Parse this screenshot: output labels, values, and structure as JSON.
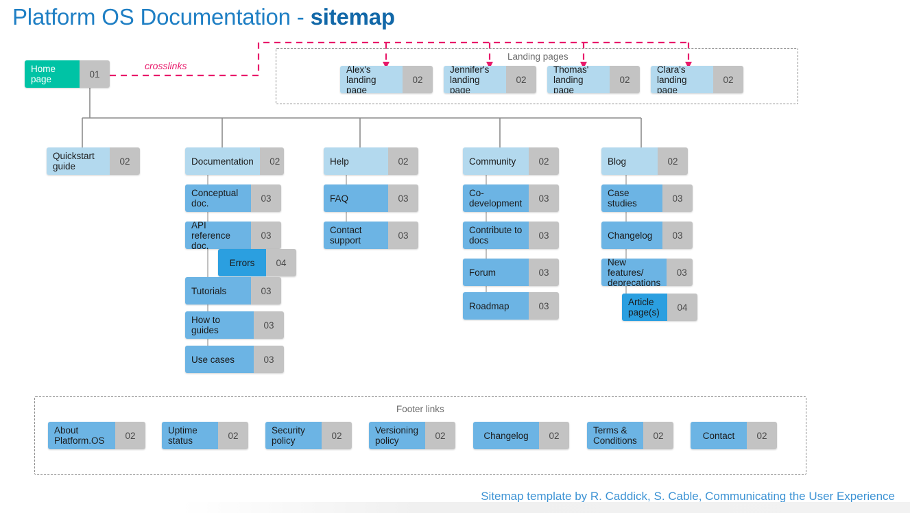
{
  "title": {
    "main": "Platform OS Documentation - ",
    "emphasis": "sitemap"
  },
  "root": {
    "label": "Home page",
    "number": "01",
    "level": 1
  },
  "crosslinks": {
    "label": "crosslinks",
    "color": "#e8196a"
  },
  "landing_group": {
    "title": "Landing pages",
    "items": [
      {
        "label": "Alex's landing page",
        "number": "02",
        "level": 2
      },
      {
        "label": "Jennifer's landing page",
        "number": "02",
        "level": 2
      },
      {
        "label": "Thomas' landing page",
        "number": "02",
        "level": 2
      },
      {
        "label": "Clara's landing page",
        "number": "02",
        "level": 2
      }
    ]
  },
  "columns": [
    {
      "name": "quickstart",
      "head": {
        "label": "Quickstart guide",
        "number": "02",
        "level": 2
      },
      "children": []
    },
    {
      "name": "documentation",
      "head": {
        "label": "Documentation",
        "number": "02",
        "level": 2
      },
      "children": [
        {
          "label": "Conceptual doc.",
          "number": "03",
          "level": 3
        },
        {
          "label": "API reference doc.",
          "number": "03",
          "level": 3
        },
        {
          "label": "Errors",
          "number": "04",
          "level": 4,
          "indent": true
        },
        {
          "label": "Tutorials",
          "number": "03",
          "level": 3
        },
        {
          "label": "How to guides",
          "number": "03",
          "level": 3
        },
        {
          "label": "Use cases",
          "number": "03",
          "level": 3
        }
      ]
    },
    {
      "name": "help",
      "head": {
        "label": "Help",
        "number": "02",
        "level": 2
      },
      "children": [
        {
          "label": "FAQ",
          "number": "03",
          "level": 3
        },
        {
          "label": "Contact support",
          "number": "03",
          "level": 3
        }
      ]
    },
    {
      "name": "community",
      "head": {
        "label": "Community",
        "number": "02",
        "level": 2
      },
      "children": [
        {
          "label": "Co-development",
          "number": "03",
          "level": 3
        },
        {
          "label": "Contribute to docs",
          "number": "03",
          "level": 3
        },
        {
          "label": "Forum",
          "number": "03",
          "level": 3
        },
        {
          "label": "Roadmap",
          "number": "03",
          "level": 3
        }
      ]
    },
    {
      "name": "blog",
      "head": {
        "label": "Blog",
        "number": "02",
        "level": 2
      },
      "children": [
        {
          "label": "Case studies",
          "number": "03",
          "level": 3
        },
        {
          "label": "Changelog",
          "number": "03",
          "level": 3
        },
        {
          "label": "New features/ deprecations",
          "number": "03",
          "level": 3
        },
        {
          "label": "Article page(s)",
          "number": "04",
          "level": 4,
          "indent": true
        }
      ]
    }
  ],
  "footer_group": {
    "title": "Footer links",
    "items": [
      {
        "label": "About Platform.OS",
        "number": "02",
        "level": 3
      },
      {
        "label": "Uptime status",
        "number": "02",
        "level": 3
      },
      {
        "label": "Security policy",
        "number": "02",
        "level": 3
      },
      {
        "label": "Versioning policy",
        "number": "02",
        "level": 3
      },
      {
        "label": "Changelog",
        "number": "02",
        "level": 3
      },
      {
        "label": "Terms & Conditions",
        "number": "02",
        "level": 3
      },
      {
        "label": "Contact",
        "number": "02",
        "level": 3
      }
    ]
  },
  "attribution": "Sitemap template by R. Caddick, S. Cable, Communicating the User Experience",
  "palette": {
    "level1": "#00c3a5",
    "level2": "#b3d9ee",
    "level3": "#6cb4e4",
    "level4": "#2b9fe0",
    "number_bg": "#c3c3c3",
    "connector": "#8c8c8c",
    "crosslink": "#e8196a",
    "title": "#1f7fc4"
  }
}
